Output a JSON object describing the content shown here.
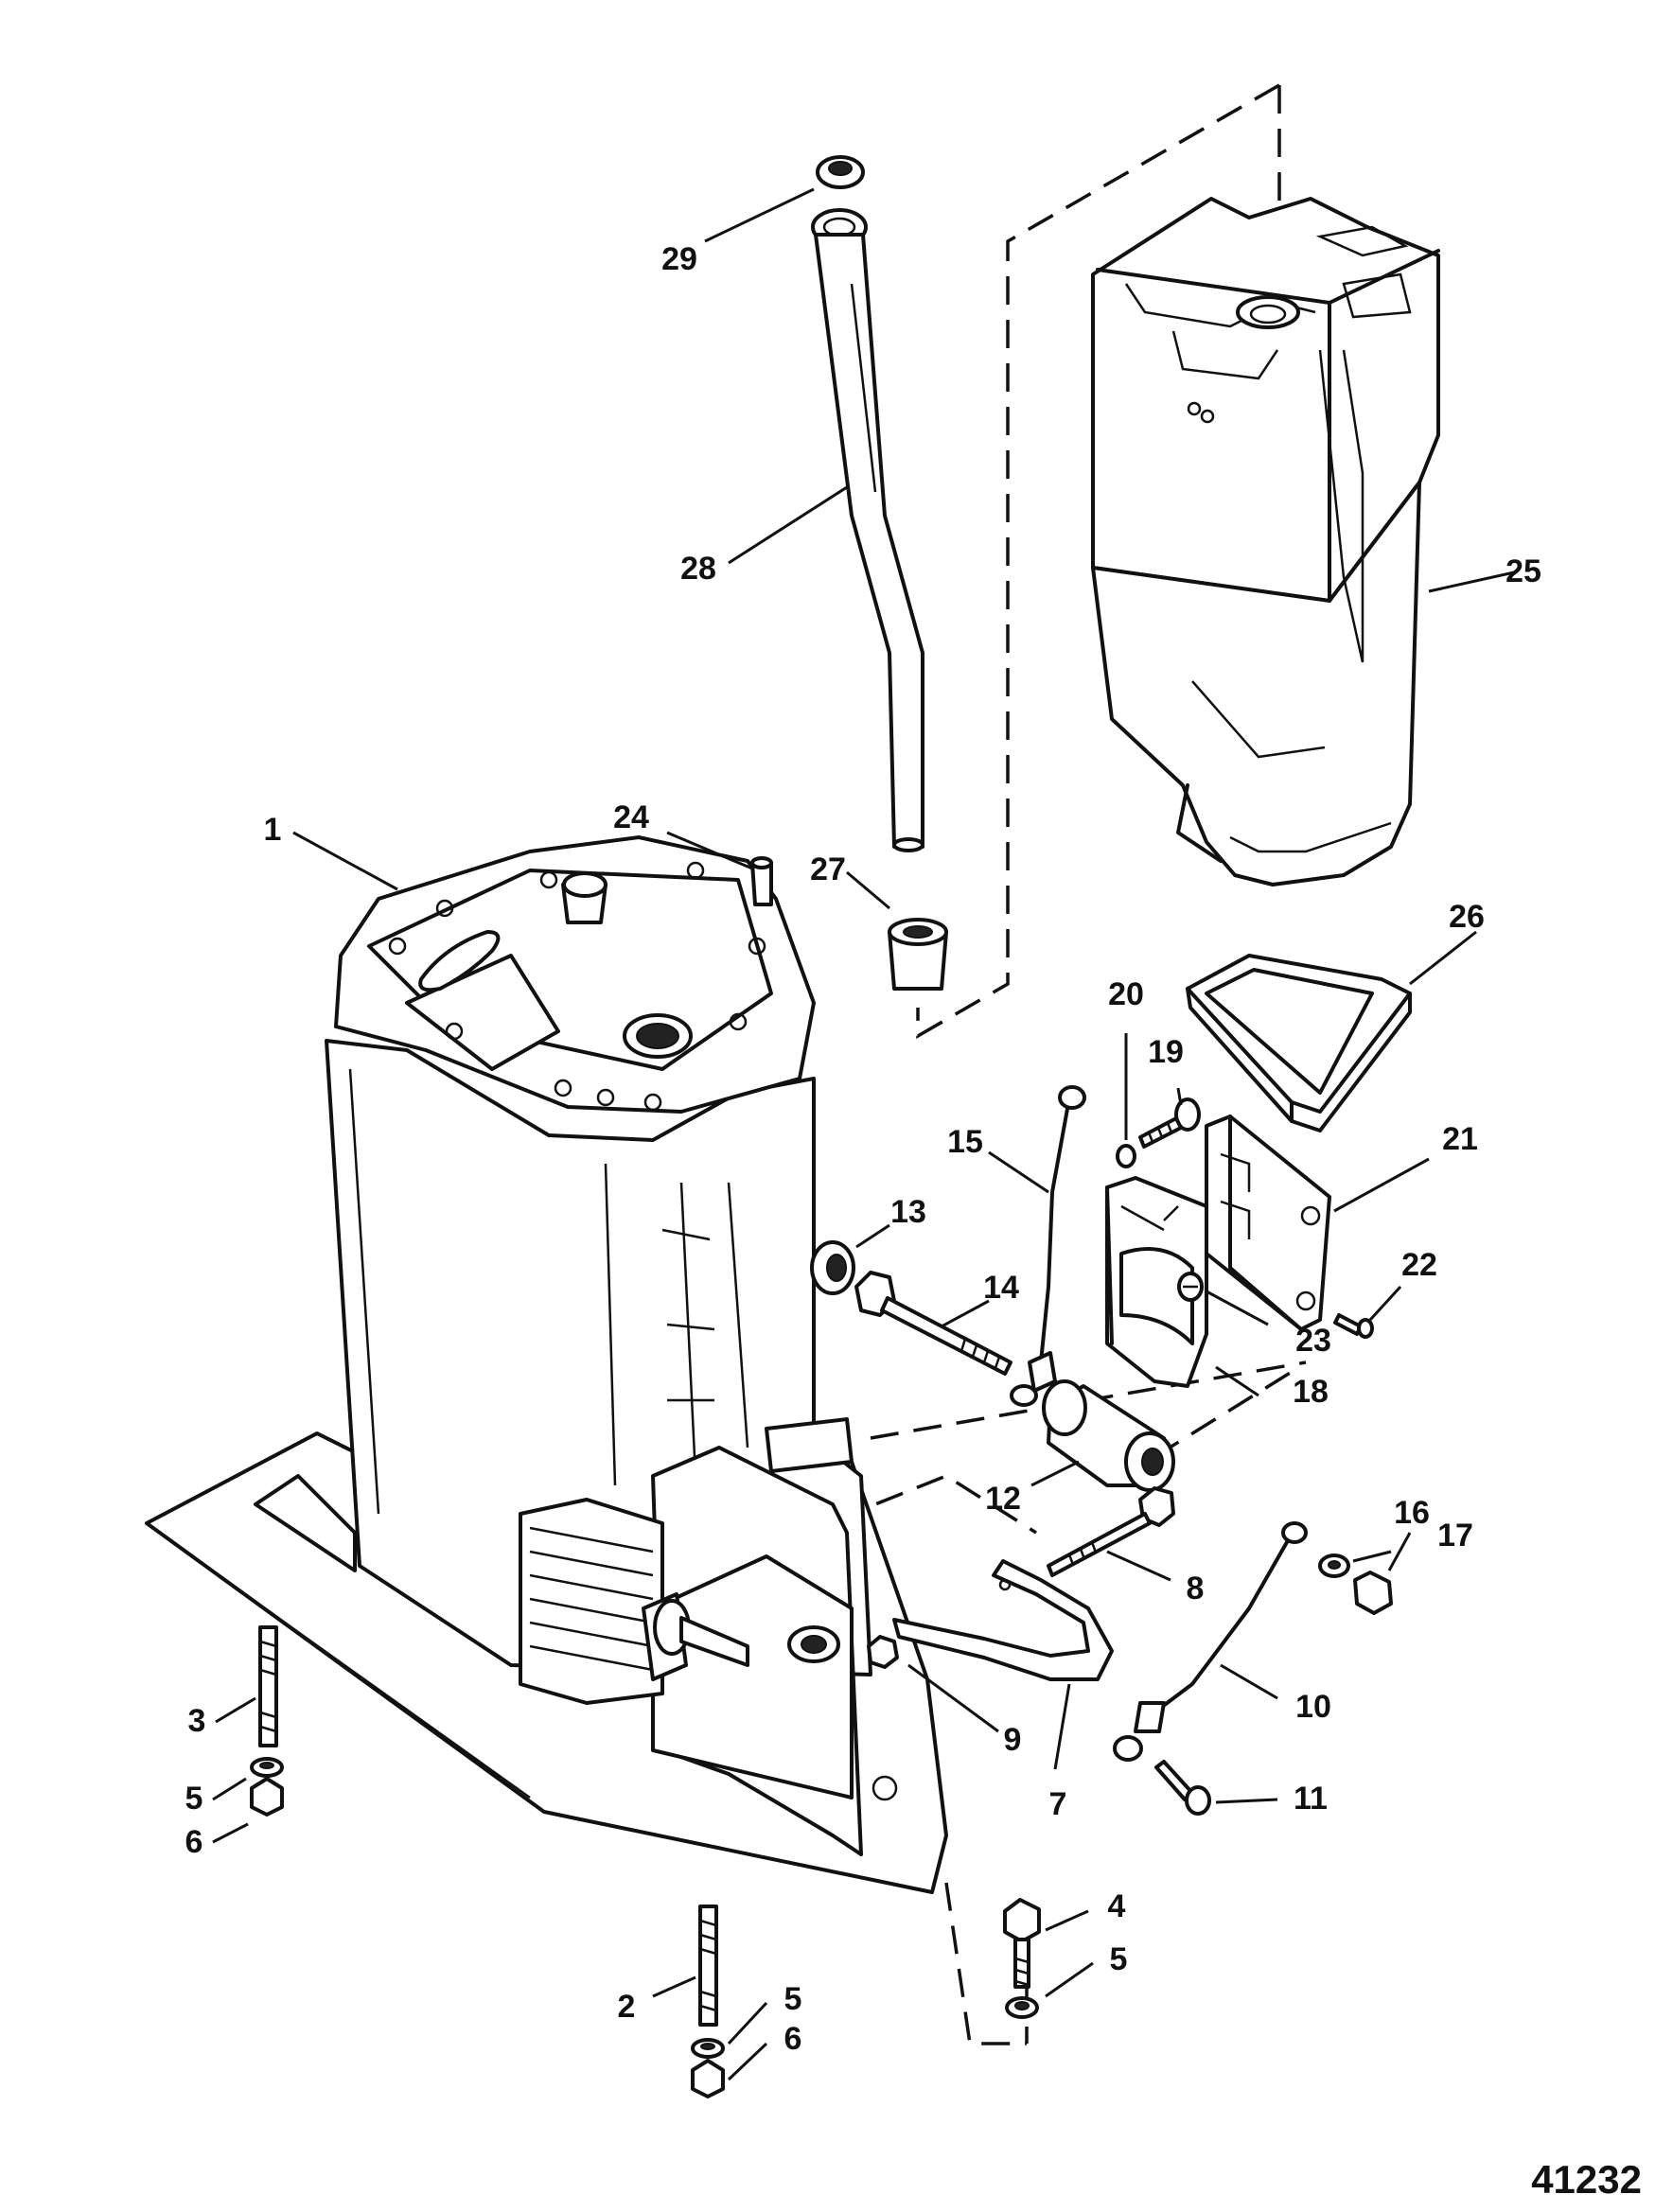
{
  "figure_number": "41232",
  "callouts": [
    {
      "id": "c1",
      "label": "1"
    },
    {
      "id": "c2",
      "label": "2"
    },
    {
      "id": "c3",
      "label": "3"
    },
    {
      "id": "c4",
      "label": "4"
    },
    {
      "id": "c5a",
      "label": "5"
    },
    {
      "id": "c5b",
      "label": "5"
    },
    {
      "id": "c5c",
      "label": "5"
    },
    {
      "id": "c6a",
      "label": "6"
    },
    {
      "id": "c6b",
      "label": "6"
    },
    {
      "id": "c7",
      "label": "7"
    },
    {
      "id": "c8",
      "label": "8"
    },
    {
      "id": "c9",
      "label": "9"
    },
    {
      "id": "c10",
      "label": "10"
    },
    {
      "id": "c11",
      "label": "11"
    },
    {
      "id": "c12",
      "label": "12"
    },
    {
      "id": "c13",
      "label": "13"
    },
    {
      "id": "c14",
      "label": "14"
    },
    {
      "id": "c15",
      "label": "15"
    },
    {
      "id": "c16",
      "label": "16"
    },
    {
      "id": "c17",
      "label": "17"
    },
    {
      "id": "c18",
      "label": "18"
    },
    {
      "id": "c19",
      "label": "19"
    },
    {
      "id": "c20",
      "label": "20"
    },
    {
      "id": "c21",
      "label": "21"
    },
    {
      "id": "c22",
      "label": "22"
    },
    {
      "id": "c23",
      "label": "23"
    },
    {
      "id": "c24",
      "label": "24"
    },
    {
      "id": "c25",
      "label": "25"
    },
    {
      "id": "c26",
      "label": "26"
    },
    {
      "id": "c27",
      "label": "27"
    },
    {
      "id": "c28",
      "label": "28"
    },
    {
      "id": "c29",
      "label": "29"
    }
  ]
}
